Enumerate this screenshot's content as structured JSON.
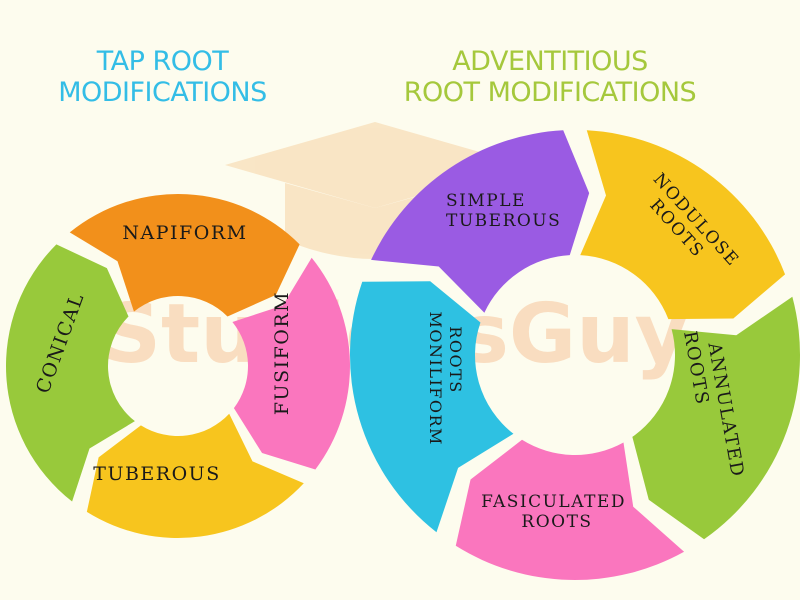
{
  "tap_root": {
    "title_line1": "TAP ROOT",
    "title_line2": "MODIFICATIONS",
    "title_color": "#33bde6",
    "segments": [
      {
        "label": "NAPIFORM",
        "color": "#f2901b"
      },
      {
        "label": "FUSIFORM",
        "color": "#fa76be"
      },
      {
        "label": "TUBEROUS",
        "color": "#f7c51e"
      },
      {
        "label": "CONICAL",
        "color": "#98c93b"
      }
    ]
  },
  "adventitious_root": {
    "title_line1": "ADVENTITIOUS",
    "title_line2": "ROOT MODIFICATIONS",
    "title_color": "#a5c83c",
    "segments": [
      {
        "label_line1": "SIMPLE",
        "label_line2": "TUBEROUS",
        "color": "#9a5be3"
      },
      {
        "label_line1": "NODULOSE",
        "label_line2": "ROOTS",
        "color": "#f7c51e"
      },
      {
        "label_line1": "ANNULATED",
        "label_line2": "ROOTS",
        "color": "#98c93b"
      },
      {
        "label_line1": "FASICULATED",
        "label_line2": "ROOTS",
        "color": "#fa76be"
      },
      {
        "label_line1": "MONILIFORM",
        "label_line2": "ROOTS",
        "color": "#2ec1e2"
      }
    ]
  },
  "watermark": {
    "text": "StudiousGuy",
    "color": "#f5b98a"
  }
}
